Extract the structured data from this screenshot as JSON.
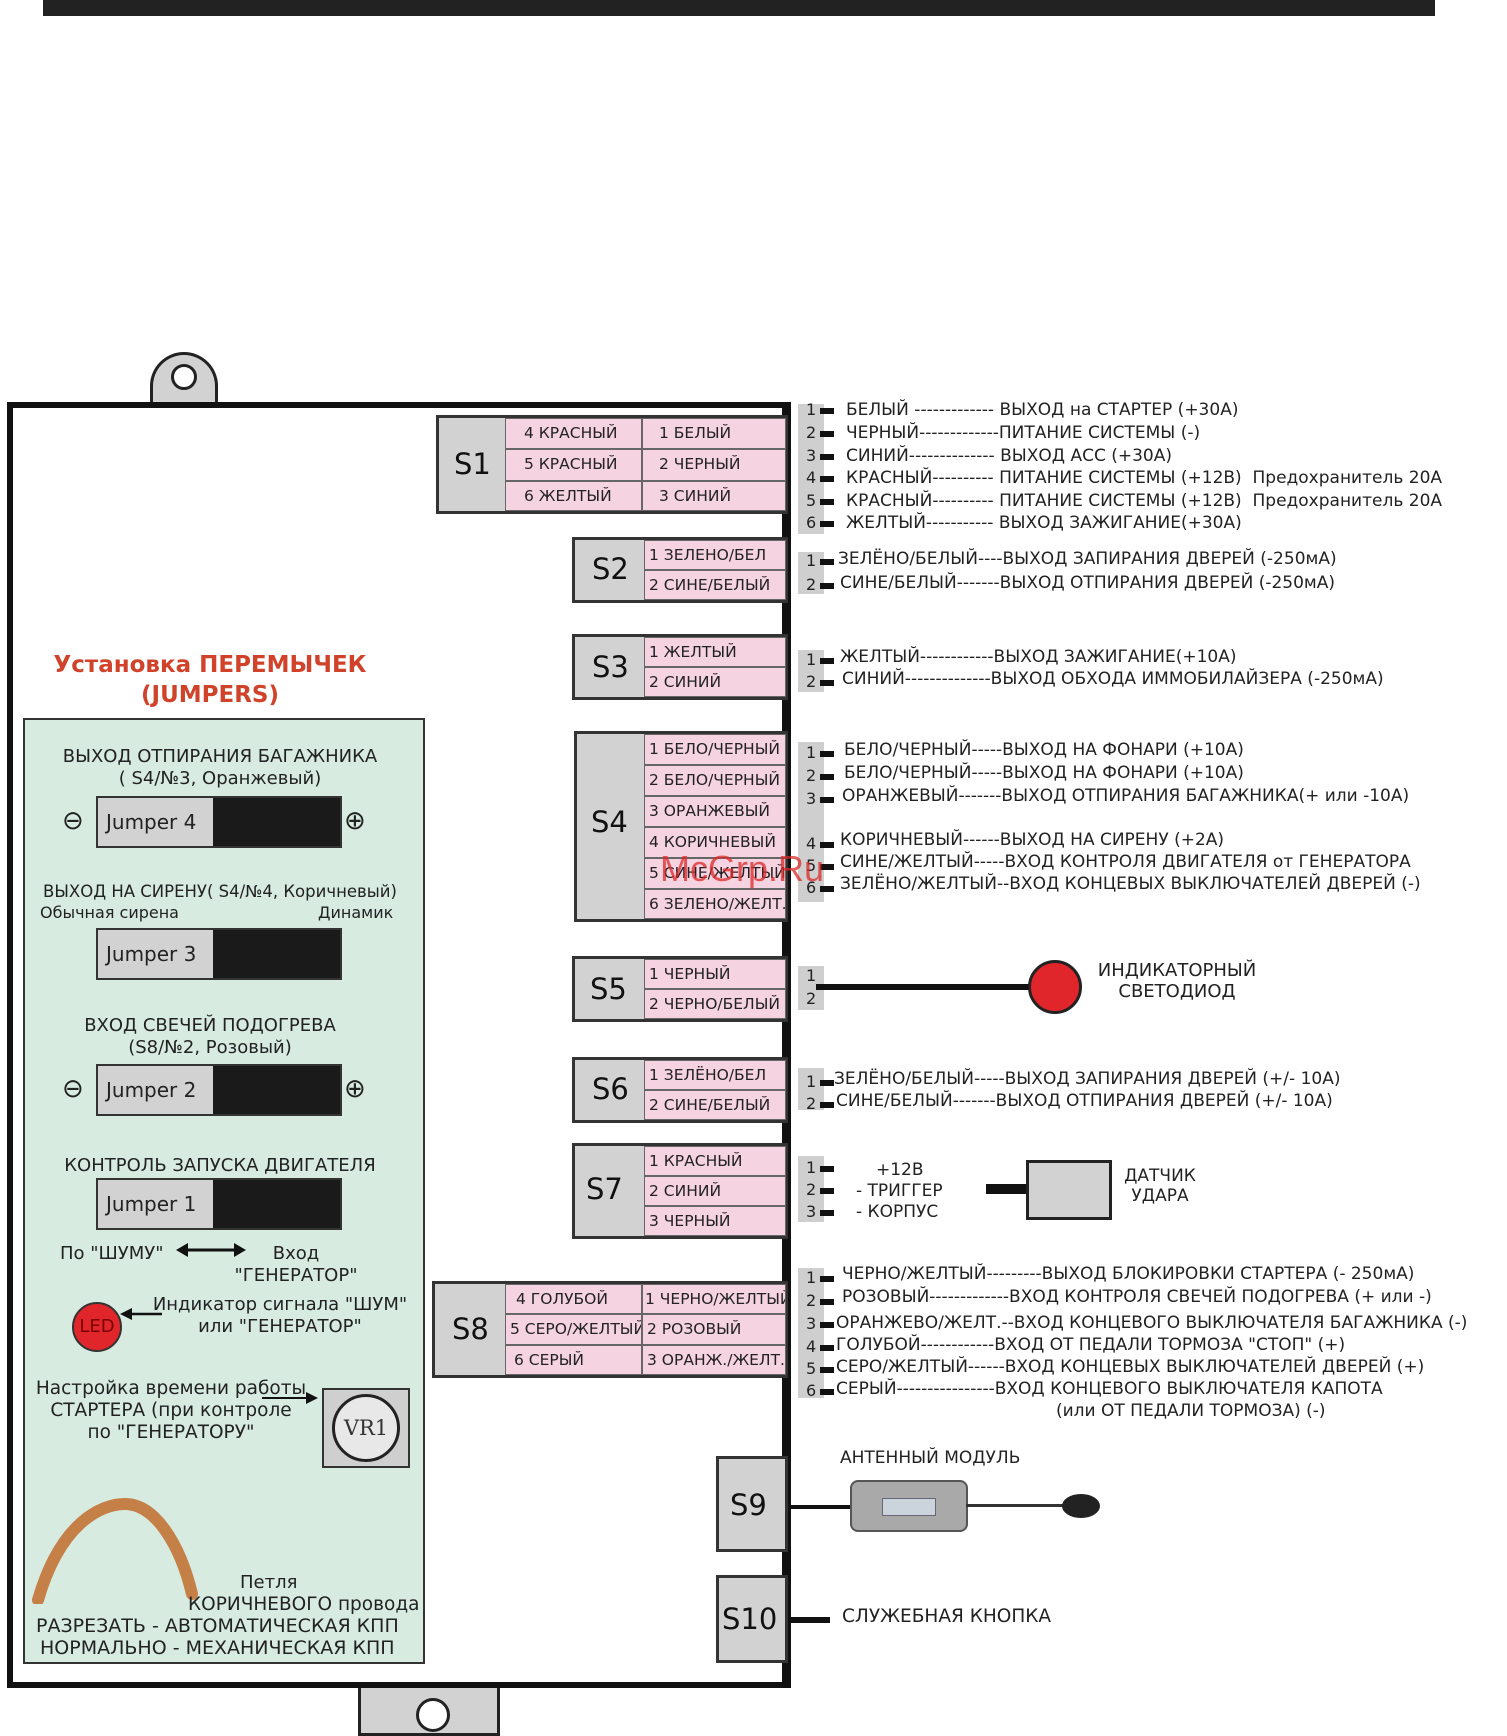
{
  "jumpers": {
    "title_line1": "Установка ПЕРЕМЫЧЕК",
    "title_line2": "(JUMPERS)",
    "j4": {
      "title_line1": "ВЫХОД ОТПИРАНИЯ БАГАЖНИКА",
      "title_line2": "( S4/№3, Оранжевый)",
      "label": "Jumper 4"
    },
    "j3": {
      "title_line1": "ВЫХОД НА СИРЕНУ( S4/№4, Коричневый)",
      "left_note": "Обычная сирена",
      "right_note": "Динамик",
      "label": "Jumper 3"
    },
    "j2": {
      "title_line1": "ВХОД СВЕЧЕЙ ПОДОГРЕВА",
      "title_line2": "(S8/№2, Розовый)",
      "label": "Jumper 2"
    },
    "j1": {
      "title_line1": "КОНТРОЛЬ ЗАПУСКА ДВИГАТЕЛЯ",
      "label": "Jumper 1",
      "left_note": "По \"ШУМУ\"",
      "right_note_line1": "Вход",
      "right_note_line2": "\"ГЕНЕРАТОР\""
    },
    "minus": "⊖",
    "plus": "⊕",
    "led": {
      "label": "LED",
      "text_line1": "Индикатор  сигнала \"ШУМ\"",
      "text_line2": "или \"ГЕНЕРАТОР\""
    },
    "vr1": {
      "label": "VR1",
      "text_line1": "Настройка времени работы",
      "text_line2": "СТАРТЕРА (при контроле",
      "text_line3": "по \"ГЕНЕРАТОРУ\""
    },
    "loop": {
      "line1": "Петля",
      "line2": "КОРИЧНЕВОГО провода",
      "line3": "РАЗРЕЗАТЬ - АВТОМАТИЧЕСКАЯ КПП",
      "line4": "НОРМАЛЬНО - МЕХАНИЧЕСКАЯ КПП"
    }
  },
  "connectors": {
    "s1": {
      "label": "S1",
      "left": [
        "4 КРАСНЫЙ",
        "5 КРАСНЫЙ",
        "6 ЖЕЛТЫЙ"
      ],
      "right": [
        "1 БЕЛЫЙ",
        "2 ЧЕРНЫЙ",
        "3 СИНИЙ"
      ],
      "pins": [
        {
          "n": "1",
          "d": "БЕЛЫЙ ------------- ВЫХОД на СТАРТЕР (+30А)"
        },
        {
          "n": "2",
          "d": "ЧЕРНЫЙ-------------ПИТАНИЕ СИСТЕМЫ (-)"
        },
        {
          "n": "3",
          "d": "СИНИЙ-------------- ВЫХОД АСС (+30А)"
        },
        {
          "n": "4",
          "d": "КРАСНЫЙ---------- ПИТАНИЕ СИСТЕМЫ (+12В)  Предохранитель 20А"
        },
        {
          "n": "5",
          "d": "КРАСНЫЙ---------- ПИТАНИЕ СИСТЕМЫ (+12В)  Предохранитель 20А"
        },
        {
          "n": "6",
          "d": "ЖЕЛТЫЙ----------- ВЫХОД ЗАЖИГАНИЕ(+30А)"
        }
      ]
    },
    "s2": {
      "label": "S2",
      "right": [
        "1 ЗЕЛЕНО/БЕЛ",
        "2 СИНЕ/БЕЛЫЙ"
      ],
      "pins": [
        {
          "n": "1",
          "d": "ЗЕЛЁНО/БЕЛЫЙ----ВЫХОД ЗАПИРАНИЯ ДВЕРЕЙ (-250мА)"
        },
        {
          "n": "2",
          "d": "СИНЕ/БЕЛЫЙ-------ВЫХОД ОТПИРАНИЯ ДВЕРЕЙ (-250мА)"
        }
      ]
    },
    "s3": {
      "label": "S3",
      "right": [
        "1 ЖЕЛТЫЙ",
        "2 СИНИЙ"
      ],
      "pins": [
        {
          "n": "1",
          "d": "ЖЕЛТЫЙ------------ВЫХОД ЗАЖИГАНИЕ(+10А)"
        },
        {
          "n": "2",
          "d": "СИНИЙ--------------ВЫХОД ОБХОДА ИММОБИЛАЙЗЕРА (-250мА)"
        }
      ]
    },
    "s4": {
      "label": "S4",
      "right": [
        "1 БЕЛО/ЧЕРНЫЙ",
        "2 БЕЛО/ЧЕРНЫЙ",
        "3 ОРАНЖЕВЫЙ",
        "4 КОРИЧНЕВЫЙ",
        "5 СИНЕ/ЖЕЛТЫЙ",
        "6 ЗЕЛЕНО/ЖЕЛТ."
      ],
      "pins": [
        {
          "n": "1",
          "d": "БЕЛО/ЧЕРНЫЙ-----ВЫХОД НА ФОНАРИ (+10А)"
        },
        {
          "n": "2",
          "d": "БЕЛО/ЧЕРНЫЙ-----ВЫХОД НА ФОНАРИ (+10А)"
        },
        {
          "n": "3",
          "d": "ОРАНЖЕВЫЙ-------ВЫХОД ОТПИРАНИЯ БАГАЖНИКА(+ или -10А)"
        },
        {
          "n": "4",
          "d": "КОРИЧНЕВЫЙ------ВЫХОД НА СИРЕНУ (+2А)"
        },
        {
          "n": "5",
          "d": "СИНЕ/ЖЕЛТЫЙ-----ВХОД КОНТРОЛЯ ДВИГАТЕЛЯ от ГЕНЕРАТОРА"
        },
        {
          "n": "6",
          "d": "ЗЕЛЁНО/ЖЕЛТЫЙ--ВХОД КОНЦЕВЫХ ВЫКЛЮЧАТЕЛЕЙ ДВЕРЕЙ (-)"
        }
      ]
    },
    "s5": {
      "label": "S5",
      "right": [
        "1 ЧЕРНЫЙ",
        "2 ЧЕРНО/БЕЛЫЙ"
      ],
      "pins": [
        "1",
        "2"
      ],
      "device_line1": "ИНДИКАТОРНЫЙ",
      "device_line2": "СВЕТОДИОД"
    },
    "s6": {
      "label": "S6",
      "right": [
        "1 ЗЕЛЁНО/БЕЛ",
        "2 СИНЕ/БЕЛЫЙ"
      ],
      "pins": [
        {
          "n": "1",
          "d": "ЗЕЛЁНО/БЕЛЫЙ-----ВЫХОД ЗАПИРАНИЯ ДВЕРЕЙ (+/- 10А)"
        },
        {
          "n": "2",
          "d": "СИНЕ/БЕЛЫЙ-------ВЫХОД ОТПИРАНИЯ ДВЕРЕЙ (+/- 10А)"
        }
      ]
    },
    "s7": {
      "label": "S7",
      "right": [
        "1 КРАСНЫЙ",
        "2 СИНИЙ",
        "3 ЧЕРНЫЙ"
      ],
      "pins": [
        {
          "n": "1",
          "d": "+12В"
        },
        {
          "n": "2",
          "d": "- ТРИГГЕР"
        },
        {
          "n": "3",
          "d": "- КОРПУС"
        }
      ],
      "device_line1": "ДАТЧИК",
      "device_line2": "УДАРА"
    },
    "s8": {
      "label": "S8",
      "left": [
        "4 ГОЛУБОЙ",
        "5 СЕРО/ЖЕЛТЫЙ",
        "6 СЕРЫЙ"
      ],
      "right": [
        "1 ЧЕРНО/ЖЕЛТЫЙ",
        "2 РОЗОВЫЙ",
        "3 ОРАНЖ./ЖЕЛТ."
      ],
      "pins": [
        {
          "n": "1",
          "d": "ЧЕРНО/ЖЕЛТЫЙ---------ВЫХОД БЛОКИРОВКИ СТАРТЕРА (- 250мА)"
        },
        {
          "n": "2",
          "d": "РОЗОВЫЙ-------------ВХОД КОНТРОЛЯ СВЕЧЕЙ ПОДОГРЕВА (+ или -)"
        },
        {
          "n": "3",
          "d": "ОРАНЖЕВО/ЖЕЛТ.--ВХОД КОНЦЕВОГО ВЫКЛЮЧАТЕЛЯ БАГАЖНИКА (-)"
        },
        {
          "n": "4",
          "d": "ГОЛУБОЙ------------ВХОД ОТ ПЕДАЛИ ТОРМОЗА \"СТОП\" (+)"
        },
        {
          "n": "5",
          "d": "СЕРО/ЖЕЛТЫЙ------ВХОД КОНЦЕВЫХ ВЫКЛЮЧАТЕЛЕЙ ДВЕРЕЙ (+)"
        },
        {
          "n": "6",
          "d": "СЕРЫЙ----------------ВХОД КОНЦЕВОГО ВЫКЛЮЧАТЕЛЯ КАПОТА"
        }
      ],
      "extra_line": "(или ОТ ПЕДАЛИ ТОРМОЗА) (-)"
    },
    "s9": {
      "label": "S9",
      "device": "АНТЕННЫЙ МОДУЛЬ"
    },
    "s10": {
      "label": "S10",
      "device": "СЛУЖЕБНАЯ КНОПКА"
    }
  },
  "watermark": "McGrp.Ru",
  "colors": {
    "pink": "#f6d3e0",
    "panel": "#d7ebe1",
    "title_red": "#d0432a",
    "led_red": "#e0262a",
    "gray": "#d2d2d2"
  }
}
